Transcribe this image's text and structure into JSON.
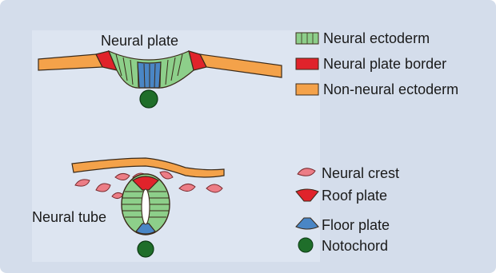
{
  "labels": {
    "neural_plate": "Neural plate",
    "neural_tube": "Neural tube"
  },
  "legend": {
    "neural_ectoderm": "Neural ectoderm",
    "neural_plate_border": "Neural plate border",
    "non_neural_ectoderm": "Non-neural ectoderm",
    "neural_crest": "Neural crest",
    "roof_plate": "Roof plate",
    "floor_plate": "Floor plate",
    "notochord": "Notochord"
  },
  "colors": {
    "neural_ectoderm": "#8dcf8a",
    "neural_plate_border": "#e0232b",
    "non_neural_ectoderm": "#f4a24a",
    "neural_crest": "#ec7d86",
    "roof_plate": "#e0232b",
    "floor_plate": "#4a86c5",
    "notochord": "#1f6e2a",
    "background": "#d4ddeb",
    "panel": "#dde5f1"
  }
}
